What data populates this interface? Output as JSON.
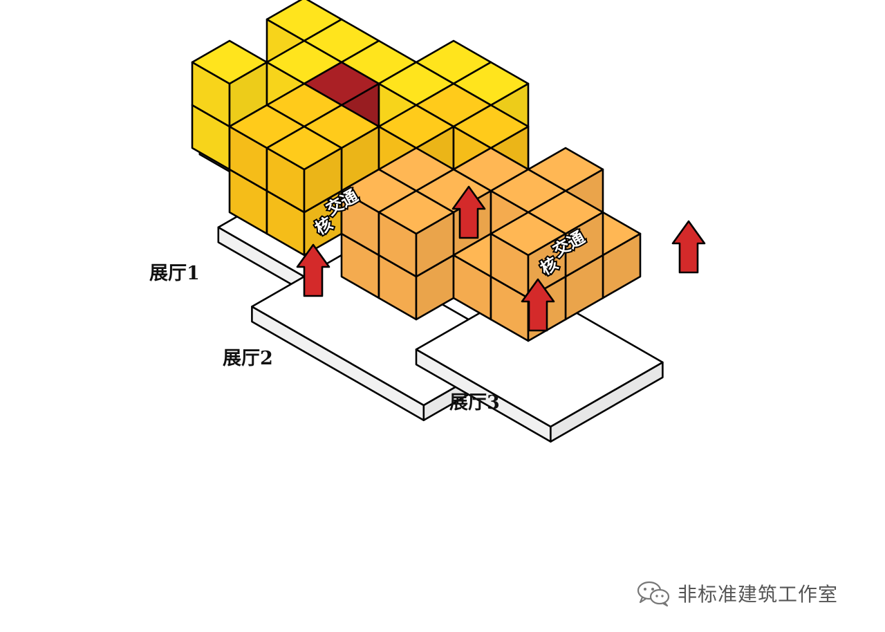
{
  "halls": [
    {
      "label": "展厅1",
      "color": "#FFDB1C"
    },
    {
      "label": "展厅2",
      "color": "#FDC31A"
    },
    {
      "label": "展厅3",
      "color": "#FCB051"
    }
  ],
  "cores": [
    {
      "line1": "交通",
      "line2": "核",
      "color": "#A31F24"
    },
    {
      "line1": "交通",
      "line2": "核",
      "color": "#A31F24"
    }
  ],
  "arrow_color": "#D42A2A",
  "base_color": "#F8F8F8",
  "watermark": {
    "icon": "wechat-icon",
    "text": "非标准建筑工作室"
  }
}
